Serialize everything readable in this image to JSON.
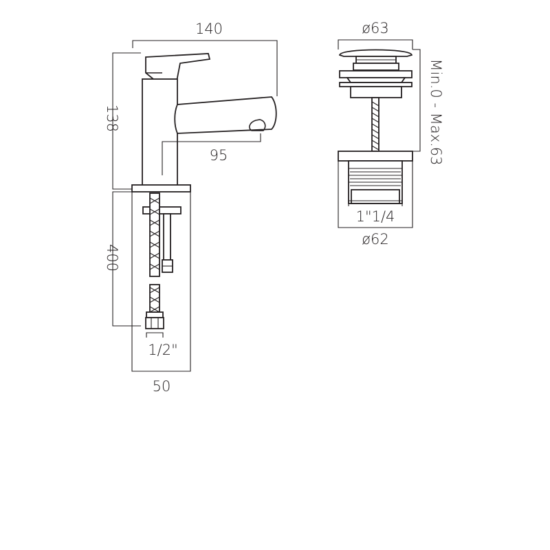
{
  "tap": {
    "overall_width": "140",
    "height": "138",
    "spout_reach": "95",
    "hose_length": "400",
    "connector_size": "1/2\"",
    "base_width": "50"
  },
  "waste": {
    "cap_diameter": "ø63",
    "body_diameter": "ø62",
    "thread_size": "1\"1/4",
    "basin_thickness": "Min.0 - Max.63"
  }
}
